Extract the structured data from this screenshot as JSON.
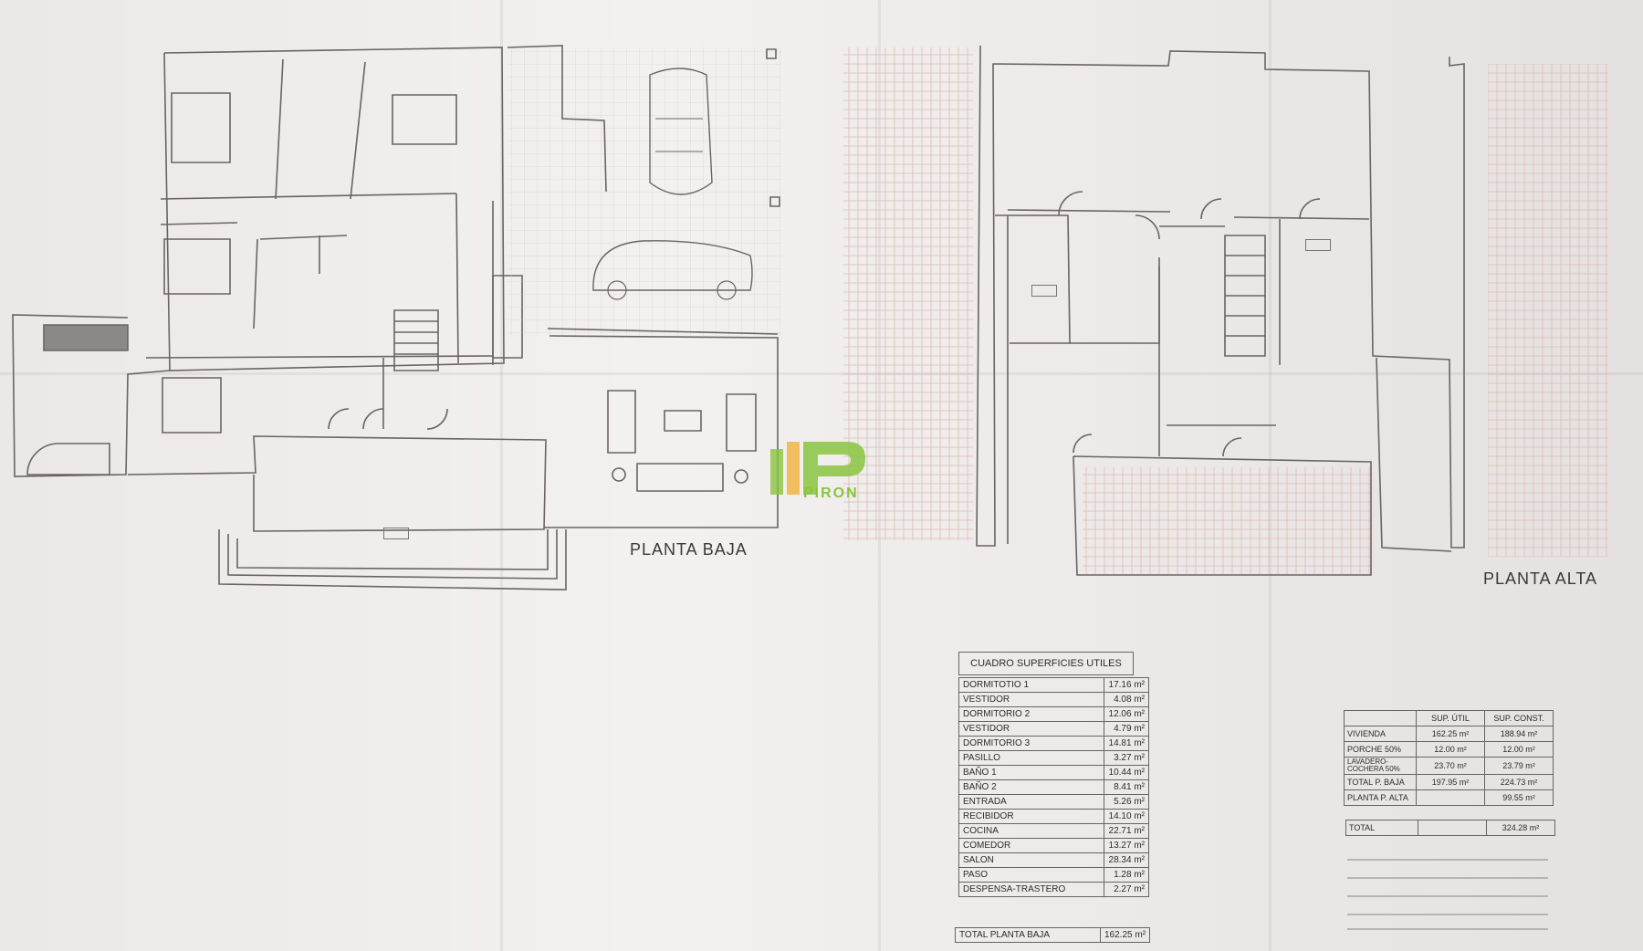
{
  "plans": {
    "ground_floor_label": "PLANTA BAJA",
    "upper_floor_label": "PLANTA ALTA"
  },
  "areas_table": {
    "title": "CUADRO SUPERFICIES UTILES",
    "rows": [
      {
        "name": "DORMITOTIO 1",
        "value": "17.16 m²"
      },
      {
        "name": "VESTIDOR",
        "value": "4.08 m²"
      },
      {
        "name": "DORMITORIO 2",
        "value": "12.06 m²"
      },
      {
        "name": "VESTIDOR",
        "value": "4.79 m²"
      },
      {
        "name": "DORMITORIO 3",
        "value": "14.81 m²"
      },
      {
        "name": "PASILLO",
        "value": "3.27 m²"
      },
      {
        "name": "BAÑO 1",
        "value": "10.44 m²"
      },
      {
        "name": "BAÑO 2",
        "value": "8.41 m²"
      },
      {
        "name": "ENTRADA",
        "value": "5.26 m²"
      },
      {
        "name": "RECIBIDOR",
        "value": "14.10 m²"
      },
      {
        "name": "COCINA",
        "value": "22.71 m²"
      },
      {
        "name": "COMEDOR",
        "value": "13.27 m²"
      },
      {
        "name": "SALON",
        "value": "28.34 m²"
      },
      {
        "name": "PASO",
        "value": "1.28 m²"
      },
      {
        "name": "DESPENSA-TRASTERO",
        "value": "2.27 m²"
      }
    ],
    "total_label": "TOTAL PLANTA BAJA",
    "total_value": "162.25 m²"
  },
  "summary_table": {
    "headers": [
      "",
      "SUP. ÚTIL",
      "SUP. CONST."
    ],
    "rows": [
      [
        "VIVIENDA",
        "162.25 m²",
        "188.94 m²"
      ],
      [
        "PORCHE 50%",
        "12.00 m²",
        "12.00 m²"
      ],
      [
        "LAVADERO-COCHERA 50%",
        "23.70 m²",
        "23.79 m²"
      ],
      [
        "TOTAL P. BAJA",
        "197.95 m²",
        "224.73 m²"
      ],
      [
        "PLANTA P. ALTA",
        "",
        "99.55 m²"
      ]
    ],
    "total_label": "TOTAL",
    "total_value": "324.28 m²"
  },
  "logo": {
    "text": "PIRON",
    "color": "#8ac43f"
  },
  "colors": {
    "paper": "#ede8e8",
    "line": "#5e5656",
    "hatch": "#d9b8ae"
  }
}
